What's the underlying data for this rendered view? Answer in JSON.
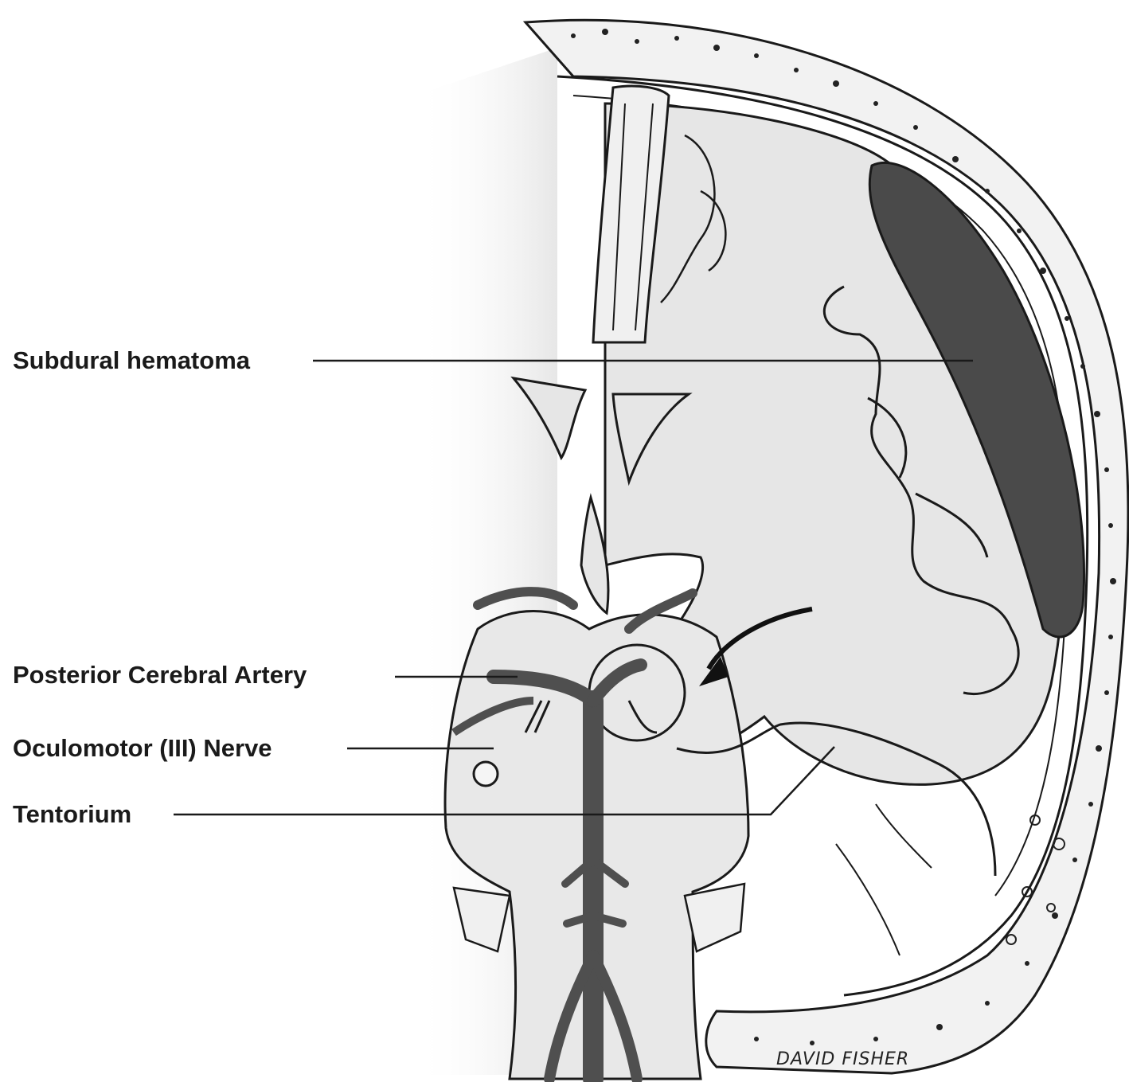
{
  "diagram": {
    "labels": {
      "subdural_hematoma": "Subdural hematoma",
      "posterior_cerebral_artery": "Posterior Cerebral Artery",
      "oculomotor_nerve": "Oculomotor (III) Nerve",
      "tentorium": "Tentorium"
    },
    "signature": "DAVID FISHER"
  },
  "colors": {
    "background": "#ffffff",
    "brain_fill": "#e6e6e6",
    "hematoma": "#4a4a4a",
    "artery": "#4f4f4f",
    "outline": "#1a1a1a"
  }
}
